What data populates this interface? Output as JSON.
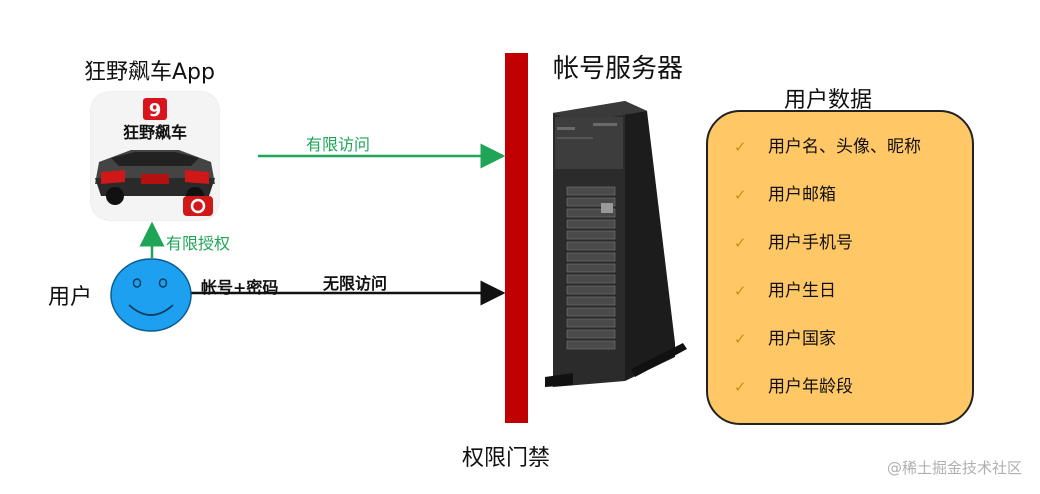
{
  "app": {
    "title": "狂野飙车App",
    "icon_badge": "9",
    "icon_text": "狂野飙车"
  },
  "labels": {
    "limited_access": "有限访问",
    "limited_auth": "有限授权",
    "credentials": "帐号+密码",
    "unlimited_access": "无限访问",
    "user": "用户",
    "barrier": "权限门禁",
    "server": "帐号服务器"
  },
  "user_data": {
    "title": "用户数据",
    "items": [
      "用户名、头像、昵称",
      "用户邮箱",
      "用户手机号",
      "用户生日",
      "用户国家",
      "用户年龄段"
    ]
  },
  "watermark": "@稀土掘金技术社区",
  "colors": {
    "barrier": "#c00000",
    "green_arrow": "#1fa557",
    "data_box": "#ffc766",
    "face": "#1ea0f0",
    "check": "#c8950a"
  }
}
